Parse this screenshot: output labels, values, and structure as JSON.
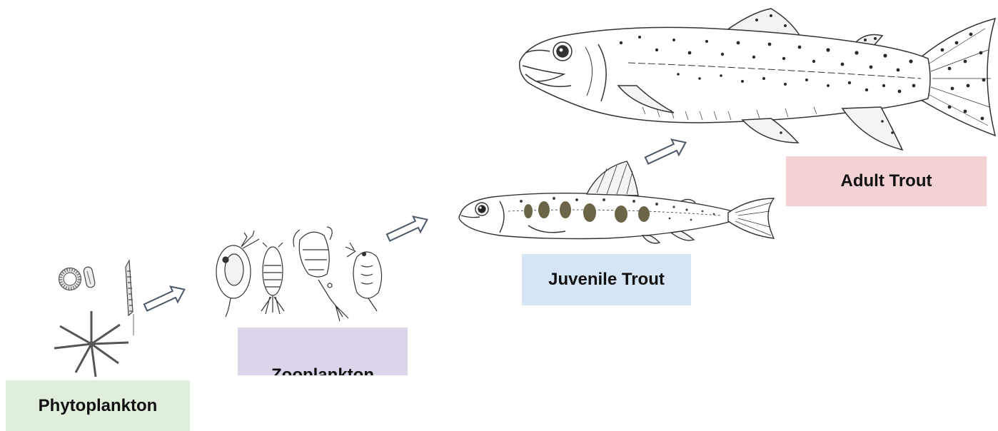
{
  "diagram": {
    "stages": [
      {
        "label": "Phytoplankton",
        "color": "#dfefdb"
      },
      {
        "label": "Zooplankton",
        "color": "#dcd5ea"
      },
      {
        "label": "Juvenile Trout",
        "color": "#d6e5f4"
      },
      {
        "label": "Adult Trout",
        "color": "#f3d2d3"
      }
    ],
    "arrow_color": "#4a5868"
  }
}
